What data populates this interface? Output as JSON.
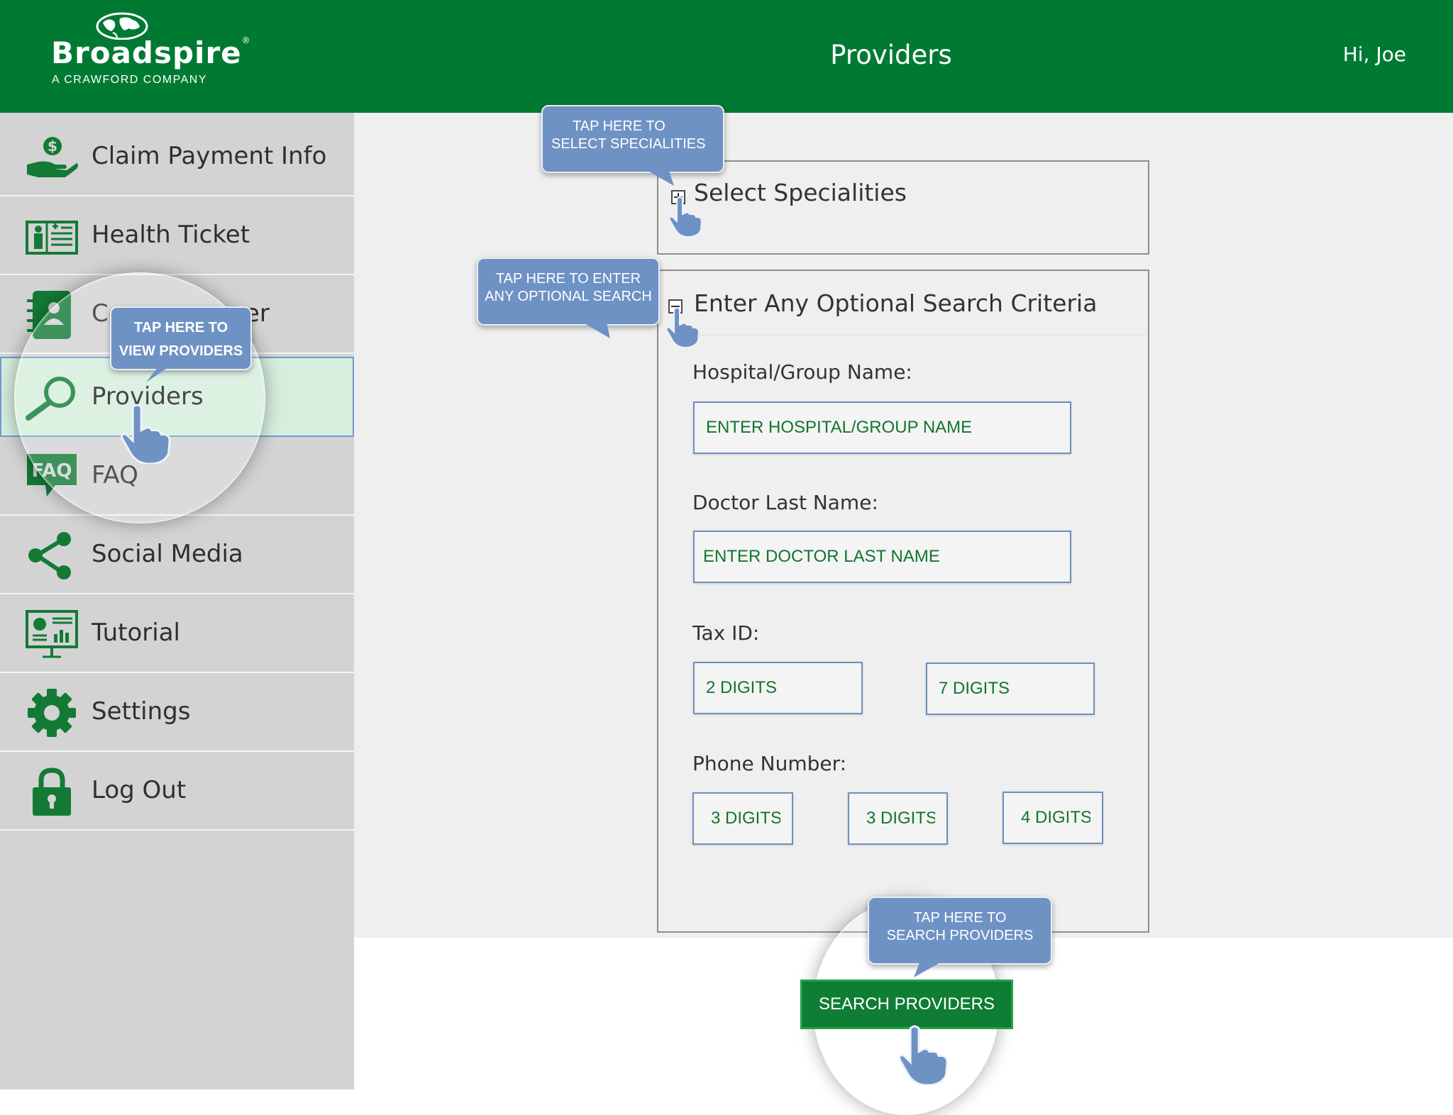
{
  "header": {
    "brand_name": "Broadspire",
    "brand_sub": "A CRAWFORD COMPANY",
    "title": "Providers",
    "greeting": "Hi, Joe",
    "brand_color": "#007a33"
  },
  "sidebar": {
    "items": [
      {
        "label": "Claim Payment Info",
        "icon": "hand-money-icon"
      },
      {
        "label": "Health Ticket",
        "icon": "health-ticket-icon"
      },
      {
        "label": "Contact Center",
        "icon": "address-book-icon",
        "visible_label": "Co",
        "visible_suffix": "er"
      },
      {
        "label": "Providers",
        "icon": "magnifier-icon",
        "active": true
      },
      {
        "label": "FAQ",
        "icon": "faq-icon"
      },
      {
        "label": "Social Media",
        "icon": "share-icon"
      },
      {
        "label": "Tutorial",
        "icon": "presentation-icon"
      },
      {
        "label": "Settings",
        "icon": "gear-icon"
      },
      {
        "label": "Log Out",
        "icon": "lock-icon"
      }
    ]
  },
  "specialities": {
    "title": "Select Specialities",
    "toggle": "+"
  },
  "criteria": {
    "title": "Enter Any Optional Search Criteria",
    "toggle": "−",
    "hospital_label": "Hospital/Group Name:",
    "hospital_placeholder": "ENTER HOSPITAL/GROUP NAME",
    "doctor_label": "Doctor Last Name:",
    "doctor_placeholder": "ENTER DOCTOR LAST NAME",
    "tax_label": "Tax ID:",
    "tax_1_placeholder": "2 DIGITS",
    "tax_2_placeholder": "7 DIGITS",
    "phone_label": "Phone Number:",
    "phone_1_placeholder": "3 DIGITS",
    "phone_2_placeholder": "3 DIGITS",
    "phone_3_placeholder": "4 DIGITS"
  },
  "search_button": "SEARCH PROVIDERS",
  "callouts": {
    "specialities": {
      "line1": "TAP HERE TO",
      "line2": "SELECT SPECIALITIES"
    },
    "criteria": {
      "line1": "TAP HERE TO ENTER",
      "line2": "ANY OPTIONAL SEARCH"
    },
    "providers": {
      "line1": "TAP HERE TO",
      "line2": "VIEW PROVIDERS"
    },
    "search": {
      "line1": "TAP HERE TO",
      "line2": "SEARCH PROVIDERS"
    }
  }
}
